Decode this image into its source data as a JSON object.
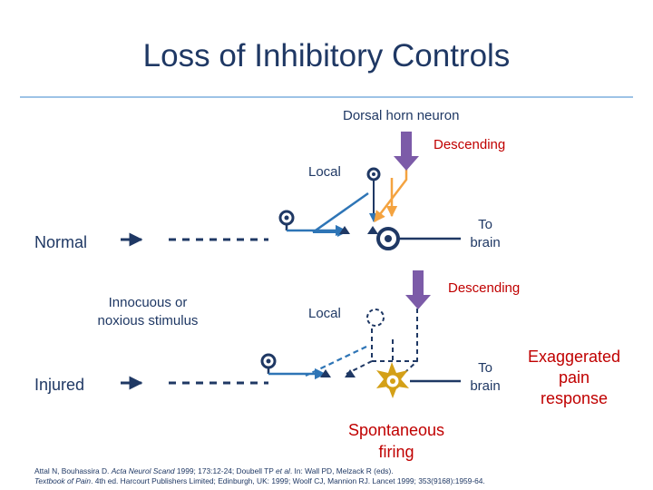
{
  "title": "Loss of Inhibitory Controls",
  "labels": {
    "dorsal_horn": "Dorsal horn neuron",
    "normal": "Normal",
    "injured": "Injured",
    "stimulus_1": "Innocuous or",
    "stimulus_2": "noxious stimulus",
    "normal_descending": "Descending",
    "normal_local": "Local",
    "normal_to": "To",
    "normal_brain": "brain",
    "injured_descending": "Descending",
    "injured_local": "Local",
    "injured_to": "To",
    "injured_brain": "brain",
    "spontaneous_1": "Spontaneous",
    "spontaneous_2": "firing",
    "exaggerated_1": "Exaggerated",
    "exaggerated_2": "pain",
    "exaggerated_3": "response"
  },
  "references": {
    "line1_a": "Attal N, Bouhassira D. ",
    "line1_journal": "Acta Neurol Scand",
    "line1_b": " 1999; 173:12-24; Doubell TP ",
    "line1_etal": "et al",
    "line1_c": ". In: Wall PD, Melzack R (eds).",
    "line2_book": "Textbook of Pain",
    "line2_rest": ". 4th ed. Harcourt Publishers Limited; Edinburgh, UK: 1999; Woolf CJ, Mannion RJ. Lancet 1999; 353(9168):1959-64."
  },
  "colors": {
    "navy": "#1f3864",
    "blue": "#2e75b6",
    "orange": "#f4a340",
    "purple": "#7c5ba8",
    "red": "#c00000",
    "yellow": "#d4a017",
    "rule": "#9dc3e6"
  }
}
